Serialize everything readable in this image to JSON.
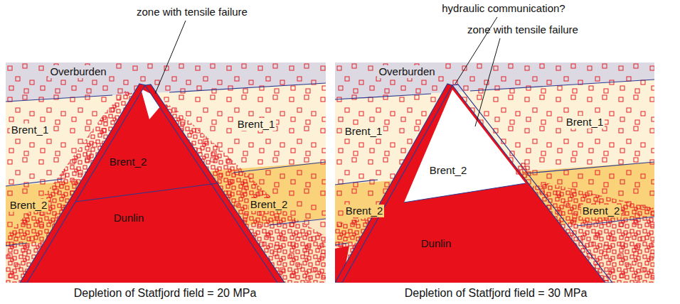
{
  "diagram": {
    "labels": [
      "zone with tensile failure",
      "Overburden",
      "Brent_1",
      "Brent_1",
      "Brent_2",
      "Brent_2",
      "Brent_2",
      "Dunlin",
      "Depletion of Statfjord field = 20 MPa",
      "hydraulic communication?",
      "zone with tensile failure",
      "Overburden",
      "Brent_1",
      "Brent_1",
      "Brent_2",
      "Brent_2",
      "Brent_2",
      "Dunlin",
      "Depletion of Statfjord field = 30 MPa"
    ]
  }
}
